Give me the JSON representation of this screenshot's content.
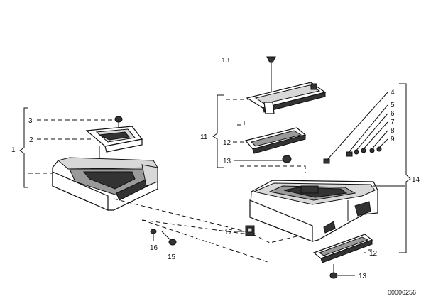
{
  "diagram": {
    "callouts": {
      "c1": "1",
      "c2": "2",
      "c3": "3",
      "c4": "4",
      "c5": "5",
      "c6": "6",
      "c7": "7",
      "c8": "8",
      "c9": "9",
      "c11": "11",
      "c12_upper": "12",
      "c12_lower": "12",
      "c13_top": "13",
      "c13_right": "13",
      "c13_bottom": "13",
      "c14": "14",
      "c15": "15",
      "c16": "16",
      "c17": "17"
    },
    "drawing_number": "00006256"
  }
}
